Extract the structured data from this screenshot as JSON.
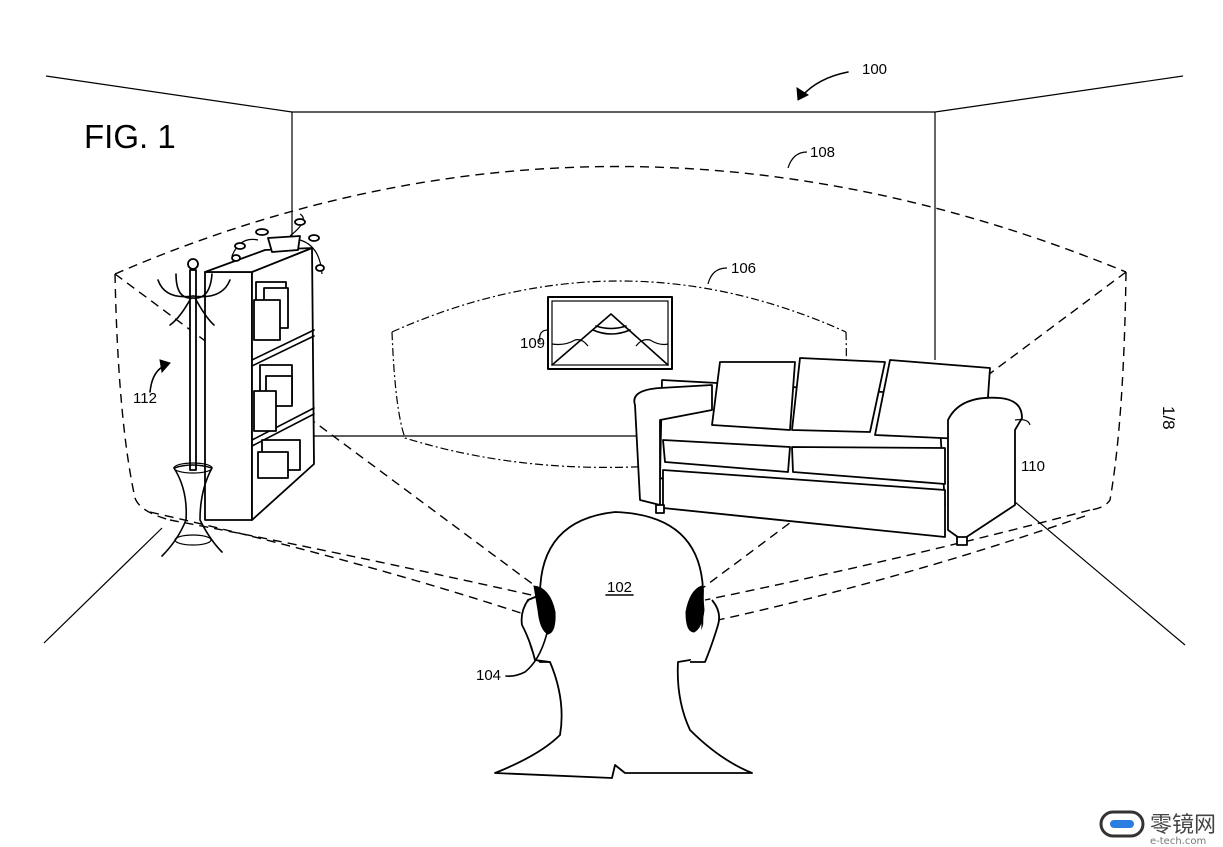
{
  "figure": {
    "title": "FIG. 1",
    "sheet_number": "1/8",
    "reference_labels": {
      "system": "100",
      "user": "102",
      "headphones": "104",
      "inner_region": "106",
      "outer_region": "108",
      "picture": "109",
      "couch": "110",
      "coat_rack": "112"
    }
  },
  "watermark": {
    "name": "零镜网",
    "domain": "e-tech.com",
    "icon": "pill-logo-icon",
    "accent_color": "#2a7de1"
  }
}
